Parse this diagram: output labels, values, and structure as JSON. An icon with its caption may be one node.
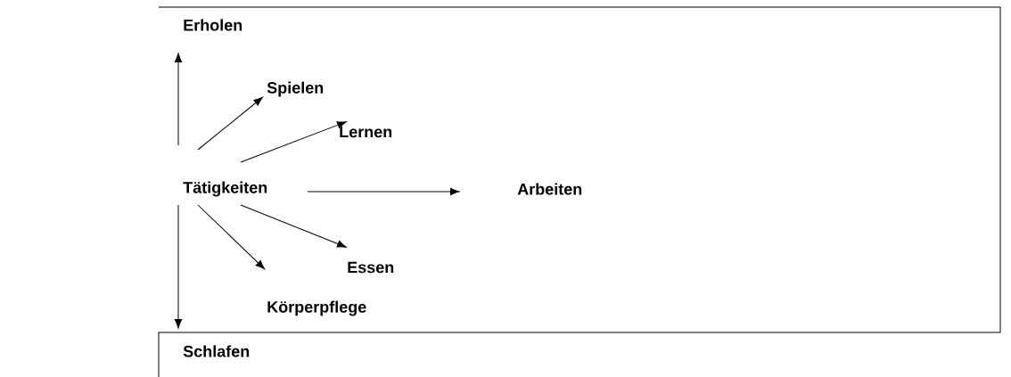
{
  "diagram": {
    "nodes": [
      {
        "text": [
          "Tätigkeiten"
        ]
      },
      {
        "text": [
          "Erholen"
        ]
      },
      {
        "text": [
          "Spielen"
        ]
      },
      {
        "text": [
          "Lernen"
        ]
      },
      {
        "text": [
          "Arbeiten"
        ]
      },
      {
        "text": [
          "Essen"
        ]
      },
      {
        "text": [
          "Körperpflege"
        ]
      },
      {
        "text": [
          "Schlafen"
        ]
      }
    ],
    "edges": [
      {
        "from": 0,
        "to": 1,
        "arrow": "to"
      },
      {
        "from": 0,
        "to": 2,
        "arrow": "to"
      },
      {
        "from": 0,
        "to": 3,
        "arrow": "to"
      },
      {
        "from": 0,
        "to": 4,
        "arrow": "to"
      },
      {
        "from": 0,
        "to": 5,
        "arrow": "to"
      },
      {
        "from": 0,
        "to": 6,
        "arrow": "to"
      },
      {
        "from": 0,
        "to": 7,
        "arrow": "to"
      }
    ]
  }
}
